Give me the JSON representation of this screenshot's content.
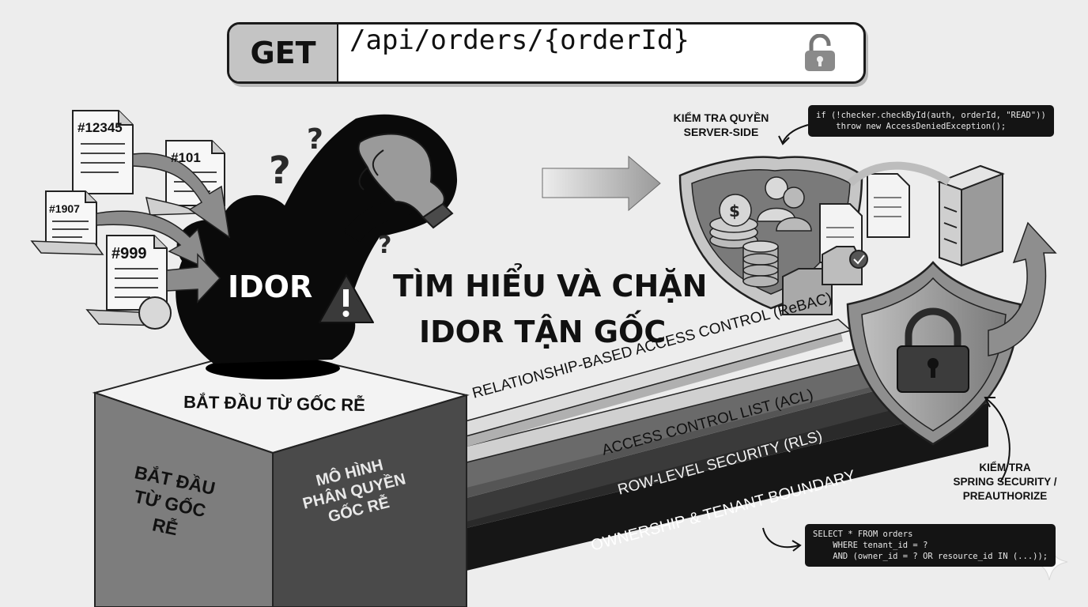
{
  "request": {
    "method": "GET",
    "path": "/api/orders/{orderId}",
    "lock_icon": "unlocked-padlock-icon"
  },
  "title": {
    "line1": "TÌM HIỂU VÀ CHẶN",
    "line2": "IDOR TẬN GỐC"
  },
  "idor": {
    "label": "IDOR",
    "warning_icon": "warning-icon",
    "question_icon": "question-mark-icon",
    "hand_icon": "reaching-hand-icon"
  },
  "documents": [
    "#12345",
    "#101",
    "#1907",
    "#999"
  ],
  "root_block": {
    "top_label": "BẮT ĐẦU TỪ GỐC RỄ",
    "left_label_1": "BẮT ĐẦU",
    "left_label_2": "TỪ GỐC RỄ",
    "right_label_1": "MÔ HÌNH",
    "right_label_2": "PHÂN QUYỀN",
    "right_label_3": "GỐC RỄ"
  },
  "layers": [
    "RELATIONSHIP-BASED ACCESS CONTROL (ReBAC)",
    "ACCESS CONTROL LIST (ACL)",
    "ROW-LEVEL SECURITY (RLS)",
    "OWNERSHIP & TENANT BOUNDARY"
  ],
  "server_check": {
    "caption_1": "KIỂM TRA QUYỀN",
    "caption_2": "SERVER-SIDE",
    "code": "if (!checker.checkById(auth, orderId, \"READ\"))\n    throw new AccessDeniedException();"
  },
  "spring_check": {
    "caption_1": "KIỂM TRA",
    "caption_2": "SPRING SECURITY /",
    "caption_3": "PREAUTHORIZE"
  },
  "sql": {
    "code": "SELECT * FROM orders\n    WHERE tenant_id = ?\n    AND (owner_id = ? OR resource_id IN (...));"
  },
  "icons": [
    "shield-icon",
    "padlock-icon",
    "server-icon",
    "database-icon",
    "coins-icon",
    "users-icon",
    "folder-icon",
    "file-icon",
    "arrow-icon",
    "sparkle-icon"
  ]
}
